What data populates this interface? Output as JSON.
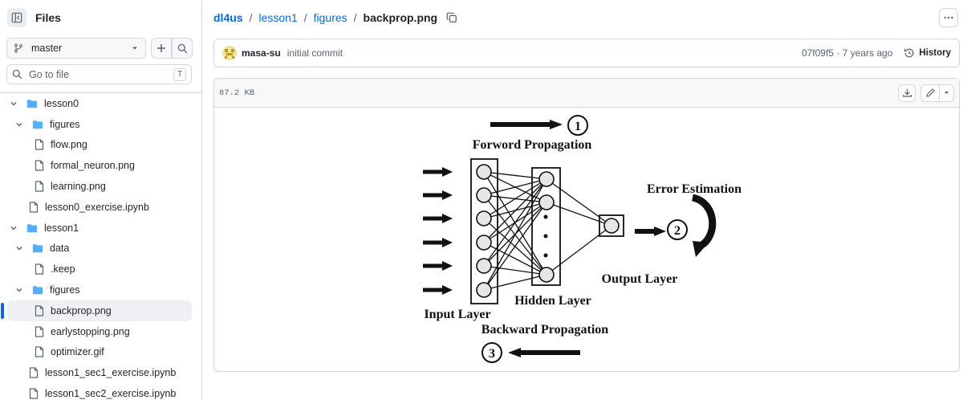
{
  "sidebar": {
    "title": "Files",
    "branch": "master",
    "goto_placeholder": "Go to file",
    "goto_shortcut": "T",
    "tree": [
      {
        "label": "lesson0",
        "type": "folder",
        "depth": 0
      },
      {
        "label": "figures",
        "type": "folder",
        "depth": 1
      },
      {
        "label": "flow.png",
        "type": "file",
        "depth": 2
      },
      {
        "label": "formal_neuron.png",
        "type": "file",
        "depth": 2
      },
      {
        "label": "learning.png",
        "type": "file",
        "depth": 2
      },
      {
        "label": "lesson0_exercise.ipynb",
        "type": "file",
        "depth": 1
      },
      {
        "label": "lesson1",
        "type": "folder",
        "depth": 0
      },
      {
        "label": "data",
        "type": "folder",
        "depth": 1
      },
      {
        "label": ".keep",
        "type": "file",
        "depth": 2
      },
      {
        "label": "figures",
        "type": "folder",
        "depth": 1
      },
      {
        "label": "backprop.png",
        "type": "file",
        "depth": 2,
        "selected": true
      },
      {
        "label": "earlystopping.png",
        "type": "file",
        "depth": 2
      },
      {
        "label": "optimizer.gif",
        "type": "file",
        "depth": 2
      },
      {
        "label": "lesson1_sec1_exercise.ipynb",
        "type": "file",
        "depth": 1
      },
      {
        "label": "lesson1_sec2_exercise.ipynb",
        "type": "file",
        "depth": 1
      }
    ]
  },
  "breadcrumb": {
    "repo": "dl4us",
    "parts": [
      "lesson1",
      "figures"
    ],
    "current": "backprop.png",
    "separator": "/"
  },
  "commit": {
    "author": "masa-su",
    "message": "initial commit",
    "hash": "07f09f5",
    "time": "7 years ago",
    "history_label": "History"
  },
  "file": {
    "size": "87.2 KB"
  },
  "figure": {
    "forward_label": "Forword Propagation",
    "backward_label": "Backward Propagation",
    "error_label": "Error Estimation",
    "input_label": "Input Layer",
    "hidden_label": "Hidden Layer",
    "output_label": "Output Layer",
    "step1": "1",
    "step2": "2",
    "step3": "3"
  },
  "colors": {
    "link": "#0969da",
    "border": "#d0d7de",
    "folder": "#54aeff",
    "muted": "#59636e"
  }
}
